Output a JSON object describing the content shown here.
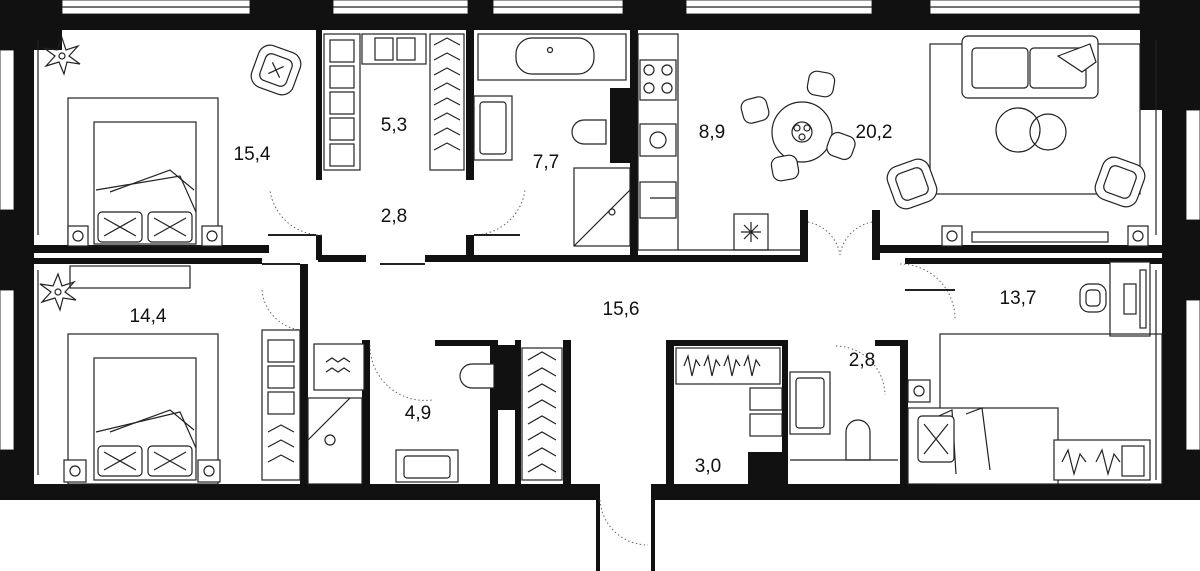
{
  "rooms": [
    {
      "id": "bedroom-1",
      "area": "15,4"
    },
    {
      "id": "wardrobe-1",
      "area": "5,3"
    },
    {
      "id": "bathroom-1",
      "area": "7,7"
    },
    {
      "id": "kitchen",
      "area": "8,9"
    },
    {
      "id": "living-room",
      "area": "20,2"
    },
    {
      "id": "hall-1",
      "area": "2,8"
    },
    {
      "id": "bedroom-2",
      "area": "14,4"
    },
    {
      "id": "corridor",
      "area": "15,6"
    },
    {
      "id": "bedroom-3",
      "area": "13,7"
    },
    {
      "id": "bathroom-2",
      "area": "4,9"
    },
    {
      "id": "bathroom-3",
      "area": "2,8"
    },
    {
      "id": "wardrobe-2",
      "area": "3,0"
    }
  ],
  "icons": [
    "plant-icon",
    "armchair-icon",
    "bed-icon",
    "bathtub-icon",
    "sink-icon",
    "toilet-icon",
    "shower-icon",
    "stove-icon",
    "dining-table-icon",
    "chair-icon",
    "sofa-icon",
    "coffee-table-icon",
    "radiator-icon",
    "hanger-icon",
    "washing-machine-icon",
    "desk-icon",
    "fridge-icon"
  ],
  "colors": {
    "walls": "#111111",
    "background": "#ffffff",
    "lines": "#222222"
  }
}
